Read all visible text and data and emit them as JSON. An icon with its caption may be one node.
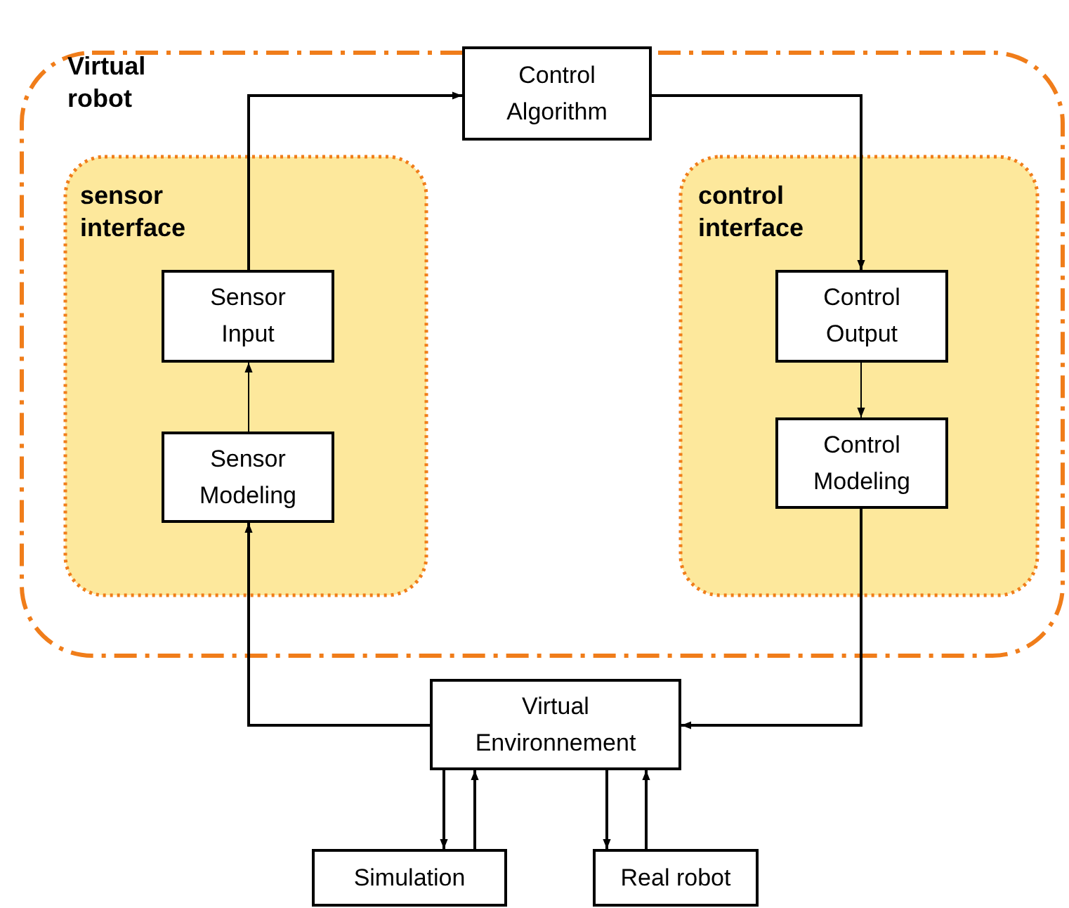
{
  "diagram": {
    "nodes": [
      {
        "text": [
          "Virtual robot"
        ]
      },
      {
        "text": [
          "sensor interface"
        ],
        "in": 0
      },
      {
        "text": [
          "Sensor Input"
        ],
        "in": 1
      },
      {
        "text": [
          "Sensor Modeling"
        ],
        "in": 1
      },
      {
        "text": [
          "Control Algorithm"
        ]
      },
      {
        "text": [
          "control interface"
        ],
        "in": 0
      },
      {
        "text": [
          "Control Output"
        ],
        "in": 5
      },
      {
        "text": [
          "Control Modeling"
        ],
        "in": 5
      },
      {
        "text": [
          "Virtual Environnement"
        ]
      },
      {
        "text": [
          "Simulation"
        ]
      },
      {
        "text": [
          "Real robot"
        ]
      }
    ],
    "edges": [
      {
        "from": 3,
        "to": 2,
        "arrow": "to"
      },
      {
        "from": 2,
        "to": 4,
        "arrow": "to"
      },
      {
        "from": 4,
        "to": 6,
        "arrow": "to"
      },
      {
        "from": 6,
        "to": 7,
        "arrow": "to"
      },
      {
        "from": 7,
        "to": 8,
        "arrow": "to"
      },
      {
        "from": 8,
        "to": 3,
        "arrow": "to"
      },
      {
        "from": 8,
        "to": 9,
        "arrow": "to"
      },
      {
        "from": 9,
        "to": 8,
        "arrow": "to"
      },
      {
        "from": 8,
        "to": 10,
        "arrow": "to"
      },
      {
        "from": 10,
        "to": 8,
        "arrow": "to"
      }
    ]
  }
}
